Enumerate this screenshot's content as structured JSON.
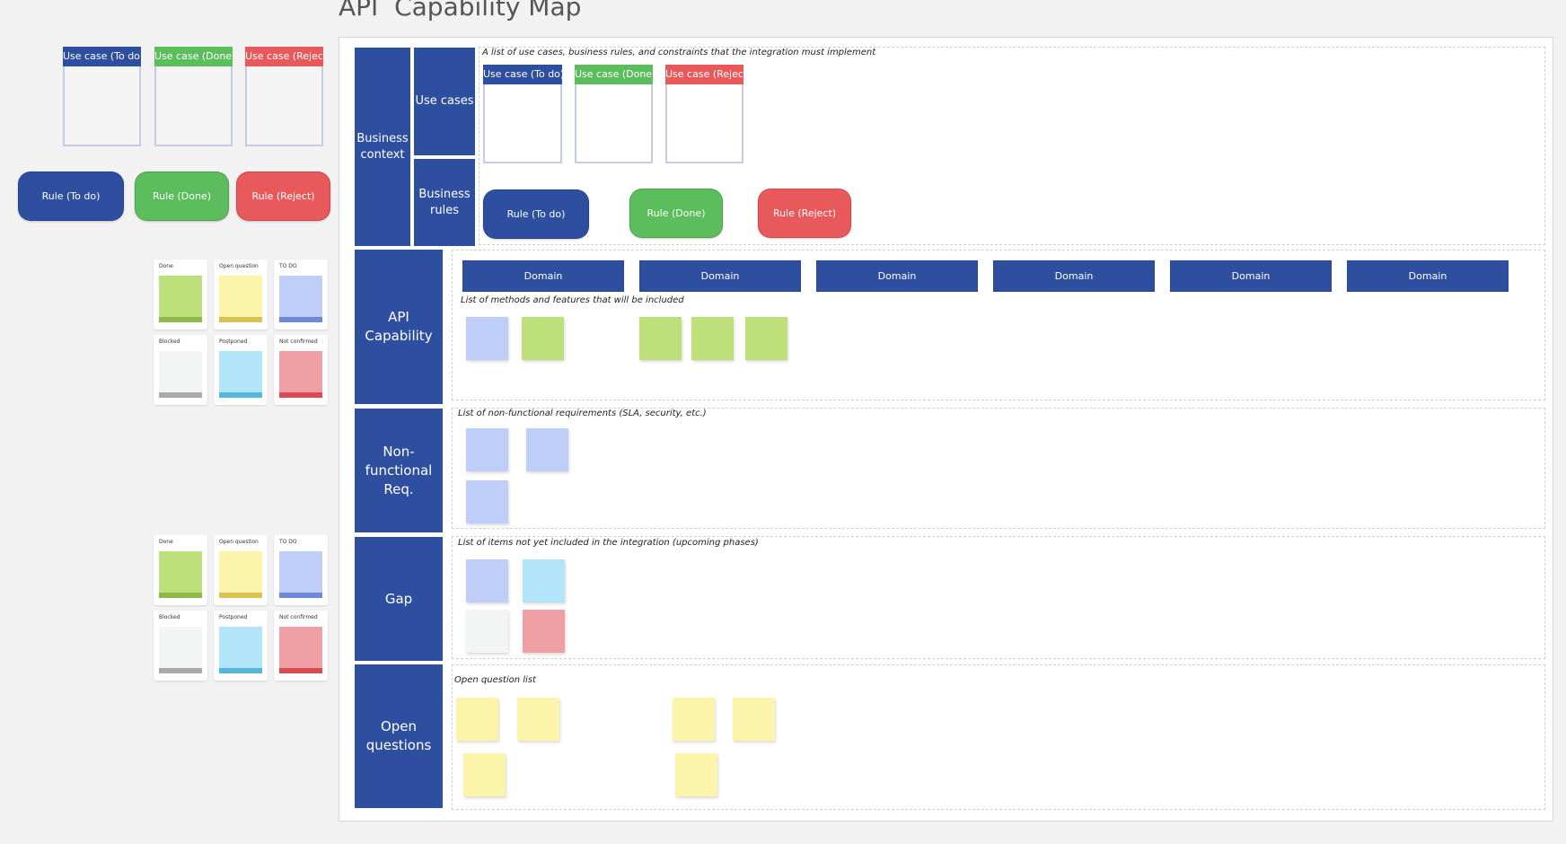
{
  "title": "API  Capability Map",
  "legend": {
    "use_cases": [
      {
        "label": "Use case (To do)",
        "color": "#2e4fa0"
      },
      {
        "label": "Use case (Done)",
        "color": "#5bbd5b"
      },
      {
        "label": "Use case (Reject)",
        "color": "#e8595c"
      }
    ],
    "rules": [
      {
        "label": "Rule (To do)",
        "color": "#2e4fa0"
      },
      {
        "label": "Rule (Done)",
        "color": "#5bbd5b"
      },
      {
        "label": "Rule (Reject)",
        "color": "#e8595c"
      }
    ],
    "sticky_labels": [
      "Done",
      "Open question",
      "TO DO",
      "Blocked",
      "Postponed",
      "Not confirmed"
    ],
    "sticky_colors": [
      "#bde07a",
      "#fcf5a9",
      "#bfcef8",
      "#f3f4f4",
      "#b3e5fa",
      "#f0a0a4"
    ]
  },
  "board": {
    "rows": {
      "business_context": "Business context",
      "use_cases": "Use cases",
      "business_rules": "Business rules",
      "api_capability": "API Capability",
      "non_functional": "Non-functional Req.",
      "gap": "Gap",
      "open_questions": "Open questions"
    },
    "descriptions": {
      "business": "A list of use cases, business rules, and constraints that the integration must implement",
      "api": "List of methods and features that will be included",
      "non_functional": "List of non-functional requirements (SLA, security, etc.)",
      "gap": "List of items not yet included in the integration (upcoming phases)",
      "open_questions": "Open question list"
    },
    "use_cases": [
      {
        "label": "Use case (To do)"
      },
      {
        "label": "Use case (Done)"
      },
      {
        "label": "Use case (Reject)"
      }
    ],
    "rules": [
      {
        "label": "Rule (To do)"
      },
      {
        "label": "Rule (Done)"
      },
      {
        "label": "Rule (Reject)"
      }
    ],
    "domains": [
      "Domain",
      "Domain",
      "Domain",
      "Domain",
      "Domain",
      "Domain"
    ]
  }
}
